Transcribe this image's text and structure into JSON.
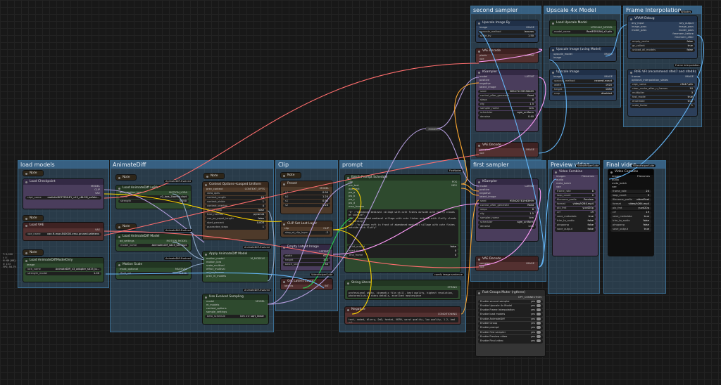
{
  "groups": [
    {
      "id": "load_models",
      "title": "load models"
    },
    {
      "id": "animatediff",
      "title": "AnimateDiff"
    },
    {
      "id": "clip",
      "title": "Clip"
    },
    {
      "id": "prompt",
      "title": "prompt"
    },
    {
      "id": "first_sampler",
      "title": "first sampler"
    },
    {
      "id": "preview_video",
      "title": "Preview video"
    },
    {
      "id": "final_video",
      "title": "Final video"
    },
    {
      "id": "second_sampler",
      "title": "second sampler"
    },
    {
      "id": "upscale_model",
      "title": "Upscale 4x Model"
    },
    {
      "id": "frame_interp",
      "title": "Frame Interpolation"
    }
  ],
  "notes": {
    "label": "Note"
  },
  "load_checkpoint": {
    "title": "Load Checkpoint",
    "out_model": "MODEL",
    "out_clip": "CLIP",
    "out_vae": "VAE",
    "ckpt_label": "ckpt_name",
    "ckpt_value": "realisticBYSTEMLEY_v15_v8LCM_safete..."
  },
  "load_vae": {
    "title": "Load VAE",
    "out": "VAE",
    "label": "vae_name",
    "value": "vae-ft-mse-840000-ema-pruned.safetens"
  },
  "load_motion_lora": {
    "title": "Load AnimateDiffModelOnly",
    "in": "image",
    "rows": [
      {
        "k": "lora_name",
        "v": "AnimateDiff_v3_adapter_sd15_lo..."
      },
      {
        "k": "strength_model",
        "v": "1.00"
      }
    ]
  },
  "ad_lora": {
    "title": "Load AnimateDiff LoRA",
    "badge": "AnimateDiff-Evolved",
    "out": "MOTION_LORA",
    "in": "prev_motion_lora",
    "rows": [
      {
        "k": "name",
        "v": "v2_lora_ZoomIn.ckpt"
      },
      {
        "k": "strength",
        "v": "0.050"
      }
    ]
  },
  "ad_model": {
    "title": "Load AnimateDiff Model",
    "badge": "AnimateDiff-Evolved",
    "out": "MOTION_MODEL",
    "in": "ad_settings",
    "rows": [
      {
        "k": "model_name",
        "v": "AnimateLCM_sd15_t2v.ckpt"
      }
    ]
  },
  "motion_scale": {
    "title": "Motion Scale",
    "badge": "AnimateDiff-Evolved",
    "out": "MULTIVAL",
    "in": "mask_optional",
    "rows": [
      {
        "k": "float_val",
        "v": "1.000"
      }
    ]
  },
  "context_opts": {
    "title": "Context Options→Looped Uniform",
    "out": "CONTEXT_OPTS",
    "in": "prev_context",
    "rows": [
      {
        "k": "view_opts",
        "v": ""
      },
      {
        "k": "context_length",
        "v": "16"
      },
      {
        "k": "context_stride",
        "v": "1"
      },
      {
        "k": "context_overlap",
        "v": "4"
      },
      {
        "k": "closed_loop",
        "v": "false"
      },
      {
        "k": "fuse_method",
        "v": "pyramid"
      },
      {
        "k": "use_on_equal_length",
        "v": "false"
      },
      {
        "k": "start_percent",
        "v": "0.000"
      },
      {
        "k": "guarantee_steps",
        "v": "1"
      }
    ]
  },
  "apply_ad": {
    "title": "Apply AnimateDiff Model",
    "badge": "AnimateDiff-Evolved",
    "out": "M_MODELS",
    "ins": [
      "motion_model",
      "motion_lora",
      "scale_multival",
      "effect_multival",
      "ad_keyframes",
      "prev_m_models"
    ]
  },
  "use_evolved": {
    "title": "Use Evolved Sampling",
    "badge": "AnimateDiff-Evolved",
    "out": "MODEL",
    "ins": [
      "model",
      "m_models",
      "context_options",
      "sample_settings"
    ],
    "rows": [
      {
        "k": "beta_schedule",
        "v": "lcm >> sqrt_linear"
      }
    ]
  },
  "preset": {
    "title": "Preset",
    "out": "MODEL",
    "rows": [
      {
        "k": "b1",
        "v": "0.90"
      },
      {
        "k": "b2",
        "v": "1.20"
      },
      {
        "k": "s1",
        "v": "0.90"
      },
      {
        "k": "s2",
        "v": "0.20"
      }
    ]
  },
  "clip_last": {
    "title": "CLIP Set Last Layer",
    "out": "CLIP",
    "in": "clip",
    "rows": [
      {
        "k": "stop_at_clip_layer",
        "v": "-2"
      }
    ]
  },
  "empty_latent": {
    "title": "Empty Latent Image",
    "out": "LATENT",
    "rows": [
      {
        "k": "width",
        "v": "624"
      },
      {
        "k": "height",
        "v": "352"
      },
      {
        "k": "batch_size",
        "v": "80"
      }
    ]
  },
  "batch_prompt": {
    "title": "Batch Prompt Schedule",
    "badge": "FizzNodes",
    "outs": [
      "POS",
      "NEG"
    ],
    "ins": [
      "clip",
      "pre_text",
      "app_text",
      "pw_a",
      "pw_b",
      "pw_c",
      "pw_d",
      "max_frames"
    ],
    "text": "\"0\" :\"abandoned medieval village with cute fishes outside with fluffy clouds at sunrise\",\n\"30\" :\"abandoned medieval village with cute fishes outside with fluffy clouds at morning\",\n\"60\" :\"a wooden raft in front of abandoned medieval village with cute fishes outside with fluffy\"",
    "rows": [
      {
        "k": "print_output",
        "v": "false"
      },
      {
        "k": "start_frame",
        "v": "0"
      },
      {
        "k": "end_frame",
        "v": "0"
      }
    ],
    "footer": "comfy image.sentence"
  },
  "strlit": {
    "title": "String Literal",
    "out": "STRING",
    "text": "professional photo, cinematic film still, best quality, highest resolution, photorealistic, sharp details, excellent masterpiece"
  },
  "negative": {
    "title": "Negative",
    "out": "CONDITIONING",
    "text": "text, naked, blurry, DnD, hentai, NSFW, worst quality, low quality, 1.2, bad art"
  },
  "get_latent": {
    "title": "Get Latent Count",
    "badge": "VideoHelperSuite",
    "out": "INT",
    "in": "latents"
  },
  "ks1": {
    "title": "KSampler",
    "out": "LATENT",
    "ins": [
      "model",
      "positive",
      "negative",
      "latent_image"
    ],
    "rows": [
      {
        "k": "seed",
        "v": "953620781963999"
      },
      {
        "k": "control_after_generate",
        "v": "fixed"
      },
      {
        "k": "steps",
        "v": "8"
      },
      {
        "k": "cfg",
        "v": "1.5"
      },
      {
        "k": "sampler_name",
        "v": "lcm"
      },
      {
        "k": "scheduler",
        "v": "sgm_uniform"
      },
      {
        "k": "denoise",
        "v": "1.00"
      }
    ]
  },
  "vae1": {
    "title": "VAE Decode",
    "out": "IMAGE",
    "ins": [
      "samples",
      "vae"
    ]
  },
  "fast_groups": {
    "title": "Fast Groups Muter (rgthree)",
    "out": "OPT_CONNECTION",
    "items": [
      "Enable second sampler",
      "Enable Upscale 4x Model",
      "Enable Frame Interpolation",
      "Enable load models",
      "Enable AnimateDiff",
      "Enable Group",
      "Enable prompt",
      "Enable first sampler",
      "Enable Preview video",
      "Enable Final video"
    ],
    "state": "yes"
  },
  "vc1": {
    "title": "Video Combine",
    "badge": "VideoHelperSuite",
    "out": "Filenames",
    "ins": [
      "images",
      "audio",
      "meta_batch",
      "vae"
    ],
    "rows": [
      {
        "k": "frame_rate",
        "v": "8"
      },
      {
        "k": "loop_count",
        "v": "0"
      },
      {
        "k": "filename_prefix",
        "v": "Preview"
      },
      {
        "k": "format",
        "v": "video/h264-mp4"
      },
      {
        "k": "pix_fmt",
        "v": "yuv420p"
      },
      {
        "k": "crf",
        "v": "19"
      },
      {
        "k": "save_metadata",
        "v": "true"
      },
      {
        "k": "trim_to_audio",
        "v": "false"
      },
      {
        "k": "pingpong",
        "v": "false"
      },
      {
        "k": "save_output",
        "v": "false"
      }
    ]
  },
  "vc2": {
    "title": "Video Combine",
    "badge": "VideoHelperSuite",
    "out": "Filenames",
    "ins": [
      "images",
      "audio",
      "meta_batch",
      "vae"
    ],
    "rows": [
      {
        "k": "frame_rate",
        "v": "24"
      },
      {
        "k": "loop_count",
        "v": "0"
      },
      {
        "k": "filename_prefix",
        "v": "videoFinal"
      },
      {
        "k": "format",
        "v": "video/h264-mp4"
      },
      {
        "k": "pix_fmt",
        "v": "yuv420p"
      },
      {
        "k": "crf",
        "v": "19"
      },
      {
        "k": "save_metadata",
        "v": "true"
      },
      {
        "k": "trim_to_audio",
        "v": "false"
      },
      {
        "k": "pingpong",
        "v": "false"
      },
      {
        "k": "save_output",
        "v": "true"
      }
    ]
  },
  "upscale_by": {
    "title": "Upscale Image By",
    "out": "IMAGE",
    "in": "image",
    "rows": [
      {
        "k": "upscale_method",
        "v": "lanczos"
      },
      {
        "k": "scale_by",
        "v": "1.50"
      }
    ]
  },
  "vae_enc": {
    "title": "VAE Encode",
    "out": "LATENT",
    "ins": [
      "pixels",
      "vae"
    ]
  },
  "ks2": {
    "title": "KSampler",
    "out": "LATENT",
    "ins": [
      "model",
      "positive",
      "negative",
      "latent_image"
    ],
    "rows": [
      {
        "k": "seed",
        "v": "369471239956469"
      },
      {
        "k": "control_after_generate",
        "v": "fixed"
      },
      {
        "k": "steps",
        "v": "8"
      },
      {
        "k": "cfg",
        "v": "1.5"
      },
      {
        "k": "sampler_name",
        "v": "lcm"
      },
      {
        "k": "scheduler",
        "v": "sgm_uniform"
      },
      {
        "k": "denoise",
        "v": "0.40"
      }
    ]
  },
  "vae2": {
    "title": "VAE Decode",
    "out": "IMAGE",
    "ins": [
      "samples",
      "vae"
    ]
  },
  "load_upscale": {
    "title": "Load Upscale Model",
    "out": "UPSCALE_MODEL",
    "rows": [
      {
        "k": "model_name",
        "v": "RealESRGAN_x2.pth"
      }
    ]
  },
  "upscale_with": {
    "title": "Upscale Image (using Model)",
    "out": "IMAGE",
    "ins": [
      "upscale_model",
      "image"
    ]
  },
  "upscale_img": {
    "title": "Upscale Image",
    "out": "IMAGE",
    "in": "image",
    "rows": [
      {
        "k": "upscale_method",
        "v": "nearest-exact"
      },
      {
        "k": "width",
        "v": "1920"
      },
      {
        "k": "height",
        "v": "1080"
      },
      {
        "k": "crop",
        "v": "disabled"
      }
    ]
  },
  "vram": {
    "title": "VRAM Debug",
    "badge": "KJNodes",
    "ins": [
      "any_input",
      "image_pass",
      "model_pass"
    ],
    "outs": [
      "any_output",
      "image_pass",
      "model_pass",
      "freemem_before",
      "freemem_after"
    ],
    "rows": [
      {
        "k": "empty_cache",
        "v": "false"
      },
      {
        "k": "gc_collect",
        "v": "true"
      },
      {
        "k": "unload_all_models",
        "v": "false"
      }
    ]
  },
  "rife": {
    "title": "RIFE VFI (recommend rife47 and rife49)",
    "badge": "Frame Interpolation",
    "out": "IMAGE",
    "ins": [
      "frames",
      "optional_interpolation_states"
    ],
    "rows": [
      {
        "k": "ckpt_name",
        "v": "rife47.pth"
      },
      {
        "k": "clear_cache_after_n_frames",
        "v": "10"
      },
      {
        "k": "multiplier",
        "v": "3"
      },
      {
        "k": "fast_mode",
        "v": "true"
      },
      {
        "k": "ensemble",
        "v": "true"
      },
      {
        "k": "scale_factor",
        "v": "1"
      }
    ]
  },
  "reroute": {
    "label": "MODEL"
  },
  "side_info": [
    "T: 0.000",
    "I: 0",
    "N: 66 [66]",
    "V: 133",
    "FPS: 56.79"
  ],
  "colors": {
    "model": "#b39ddb",
    "clip": "#ffd500",
    "vae": "#ff6e6e",
    "latent": "#ff9cf9",
    "image": "#64b5f6",
    "cond": "#ffa931",
    "int": "#29d24e",
    "motion": "#8fa8c6"
  }
}
